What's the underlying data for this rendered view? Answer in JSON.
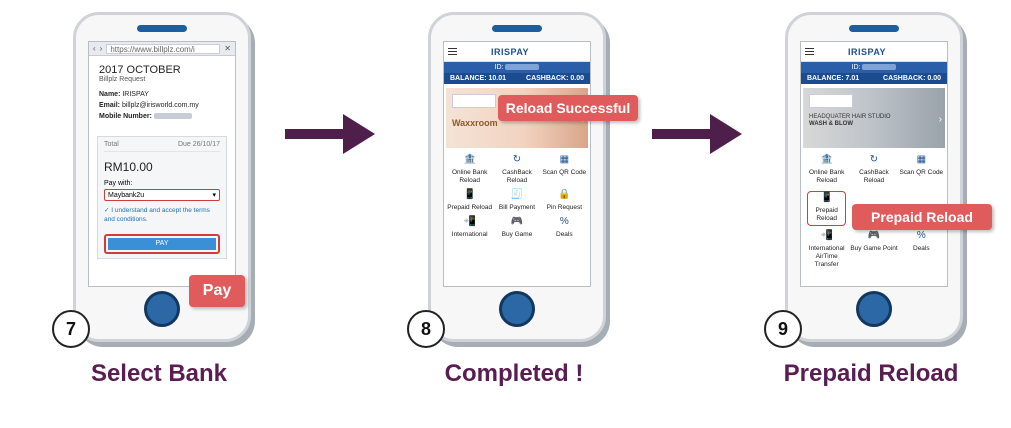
{
  "steps": [
    {
      "number": "7",
      "caption": "Select Bank",
      "callout": "Pay"
    },
    {
      "number": "8",
      "caption": "Completed !",
      "callout": "Reload Successful"
    },
    {
      "number": "9",
      "caption": "Prepaid Reload",
      "callout": "Prepaid Reload"
    }
  ],
  "screen1": {
    "url": "https://www.billplz.com/i",
    "title": "2017 OCTOBER",
    "subtitle": "Billplz Request",
    "name_label": "Name:",
    "name_value": "IRISPAY",
    "email_label": "Email:",
    "email_value": "billplz@irisworld.com.my",
    "mobile_label": "Mobile Number:",
    "total_label": "Total",
    "due_label": "Due",
    "due_value": "26/10/17",
    "amount": "RM10.00",
    "pay_with": "Pay with:",
    "bank_selected": "Maybank2u",
    "terms": "I understand and accept the terms and conditions.",
    "pay_button": "PAY"
  },
  "screen2": {
    "logo": "IRISPAY",
    "id_label": "ID:",
    "balance": "BALANCE: 10.01",
    "cashback": "CASHBACK: 0.00",
    "banner_title": "Waxxroom",
    "menu": [
      "Online Bank Reload",
      "CashBack Reload",
      "Scan QR Code",
      "Prepaid Reload",
      "Bill Payment",
      "Pin Request",
      "International",
      "Buy Game",
      "Deals"
    ]
  },
  "screen3": {
    "logo": "IRISPAY",
    "id_label": "ID:",
    "balance": "BALANCE: 7.01",
    "cashback": "CASHBACK: 0.00",
    "banner_title": "HEADQUATER HAIR STUDIO",
    "banner_sub": "WASH & BLOW",
    "menu": [
      "Online Bank Reload",
      "CashBack Reload",
      "Scan QR Code",
      "Prepaid Reload",
      "International AirTime Transfer",
      "Buy Game Point",
      "Deals"
    ]
  },
  "icons": {
    "bank": "🏦",
    "cashback": "↻",
    "qr": "▦",
    "prepaid": "📱",
    "bill": "🧾",
    "pin": "🔒",
    "international": "📲",
    "game": "🎮",
    "deals": "%"
  }
}
